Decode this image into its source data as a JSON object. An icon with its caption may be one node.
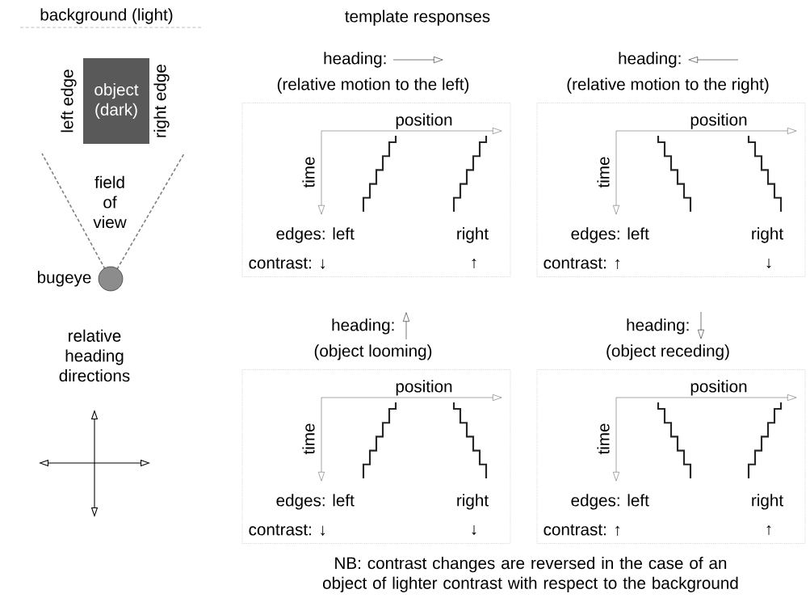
{
  "diagram": {
    "nodes": [
      {
        "text": [
          "object (dark)"
        ],
        "beside": [
          "left edge",
          "right edge"
        ]
      },
      {
        "text": [],
        "shape": "circle",
        "beside": [
          "bugeye"
        ]
      },
      {
        "text": [
          "heading:",
          "(relative motion to the left)",
          "position",
          "time",
          "edges: left",
          "right",
          "contrast: ↓",
          "↑"
        ]
      },
      {
        "text": [
          "heading:",
          "(relative motion to the right)",
          "position",
          "time",
          "edges: left",
          "right",
          "contrast: ↑",
          "↓"
        ]
      },
      {
        "text": [
          "heading:",
          "(object looming)",
          "position",
          "time",
          "edges: left",
          "right",
          "contrast: ↓",
          "↓"
        ]
      },
      {
        "text": [
          "heading:",
          "(object receding)",
          "position",
          "time",
          "edges: left",
          "right",
          "contrast: ↑",
          "↑"
        ]
      }
    ],
    "labels": [
      "background (light)",
      "template responses",
      "field of view",
      "relative heading directions",
      "NB: contrast changes are reversed in the case of an object of lighter contrast with respect to the background"
    ]
  }
}
